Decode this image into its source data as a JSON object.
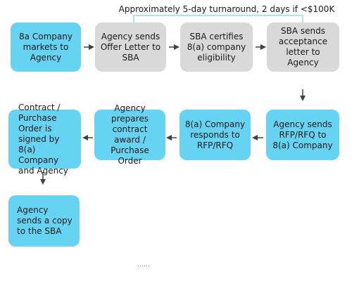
{
  "note": "Approximately 5-day turnaround, 2 days if <$100K",
  "nodes": {
    "company_markets": "8a Company markets to Agency",
    "offer_letter": "Agency sends Offer Letter to SBA",
    "sba_certifies": "SBA certifies 8(a) company eligibility",
    "acceptance_letter": "SBA sends acceptance letter to Agency",
    "sends_rfp": "Agency sends RFP/RFQ to 8(a) Company",
    "company_responds": "8(a) Company responds to RFP/RFQ",
    "prepares_award": "Agency prepares contract award / Purchase Order",
    "contract_signed": "Contract / Purchase Order is signed by 8(a) Company and Agency",
    "sends_copy": "Agency sends a copy to the SBA"
  },
  "colors": {
    "blue_box": "#66d3f2",
    "gray_box": "#d9d9d9",
    "arrow": "#404040",
    "bracket": "#66c4e6"
  }
}
